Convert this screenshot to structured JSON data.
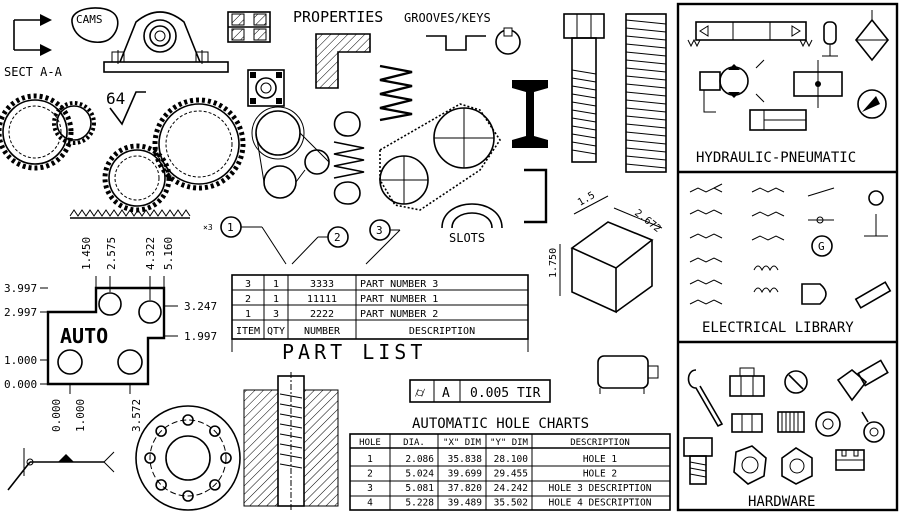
{
  "labels": {
    "sect": "SECT A-A",
    "cams": "CAMS",
    "properties": "PROPERTIES",
    "grooves": "GROOVES/KEYS",
    "slots": "SLOTS",
    "angle": "64",
    "hydraulic": "HYDRAULIC-PNEUMATIC",
    "electrical": "ELECTRICAL LIBRARY",
    "hardware": "HARDWARE",
    "part_list_title": "PART LIST",
    "hole_chart_title": "AUTOMATIC HOLE CHARTS",
    "auto": "AUTO",
    "gen_sym": "G",
    "cube_dim_top": "1.5",
    "cube_dim_right": "2.672",
    "cube_dim_left": "1.750"
  },
  "balloons": {
    "mult": "×3",
    "b1": "1",
    "b2": "2",
    "b3": "3"
  },
  "auto_dims": {
    "top": [
      "1.450",
      "2.575",
      "4.322",
      "5.160"
    ],
    "left": [
      "3.997",
      "2.997",
      "1.000",
      "0.000"
    ],
    "right": [
      "3.247",
      "1.997"
    ],
    "bottom": [
      "0.000",
      "1.000",
      "3.572"
    ]
  },
  "fcf": {
    "symbol": "⌭",
    "datum": "A",
    "value": "0.005 TIR"
  },
  "part_list": {
    "headers": [
      "ITEM",
      "QTY",
      "NUMBER",
      "DESCRIPTION"
    ],
    "rows": [
      [
        "3",
        "1",
        "3333",
        "PART NUMBER 3"
      ],
      [
        "2",
        "1",
        "11111",
        "PART NUMBER 1"
      ],
      [
        "1",
        "3",
        "2222",
        "PART NUMBER 2"
      ]
    ]
  },
  "hole_chart": {
    "headers": [
      "HOLE",
      "DIA.",
      "\"X\" DIM",
      "\"Y\" DIM",
      "DESCRIPTION"
    ],
    "rows": [
      [
        "1",
        "2.086",
        "35.838",
        "28.100",
        "HOLE 1"
      ],
      [
        "2",
        "5.024",
        "39.699",
        "29.455",
        "HOLE 2"
      ],
      [
        "3",
        "5.081",
        "37.820",
        "24.242",
        "HOLE 3 DESCRIPTION"
      ],
      [
        "4",
        "5.228",
        "39.489",
        "35.502",
        "HOLE 4 DESCRIPTION"
      ]
    ]
  }
}
